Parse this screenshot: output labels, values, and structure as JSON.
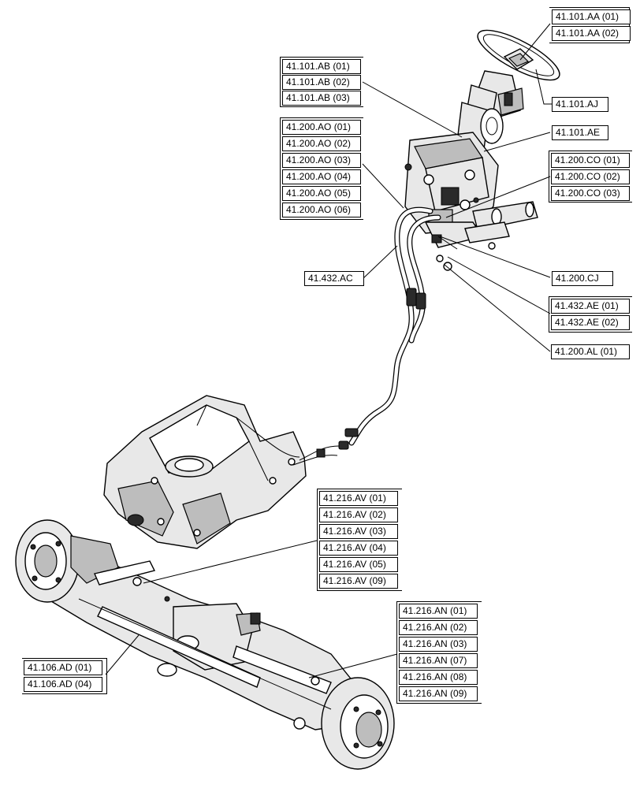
{
  "callouts": {
    "aa1": "41.101.AA (01)",
    "aa2": "41.101.AA (02)",
    "aj": "41.101.AJ",
    "ab1": "41.101.AB (01)",
    "ab2": "41.101.AB (02)",
    "ab3": "41.101.AB (03)",
    "ae": "41.101.AE",
    "ao1": "41.200.AO (01)",
    "ao2": "41.200.AO (02)",
    "ao3": "41.200.AO (03)",
    "ao4": "41.200.AO (04)",
    "ao5": "41.200.AO (05)",
    "ao6": "41.200.AO (06)",
    "co1": "41.200.CO (01)",
    "co2": "41.200.CO (02)",
    "co3": "41.200.CO (03)",
    "ac": "41.432.AC",
    "cj": "41.200.CJ",
    "ae1": "41.432.AE (01)",
    "ae2": "41.432.AE (02)",
    "al": "41.200.AL (01)",
    "av1": "41.216.AV (01)",
    "av2": "41.216.AV (02)",
    "av3": "41.216.AV (03)",
    "av4": "41.216.AV (04)",
    "av5": "41.216.AV (05)",
    "av9": "41.216.AV (09)",
    "an1": "41.216.AN (01)",
    "an2": "41.216.AN (02)",
    "an3": "41.216.AN (03)",
    "an7": "41.216.AN (07)",
    "an8": "41.216.AN (08)",
    "an9": "41.216.AN (09)",
    "ad1": "41.106.AD (01)",
    "ad4": "41.106.AD (04)"
  }
}
